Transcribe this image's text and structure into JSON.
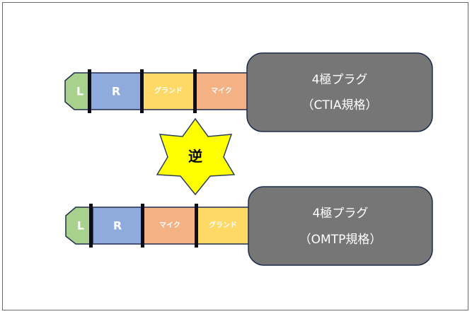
{
  "colors": {
    "tip": "#a9d18e",
    "r_ring": "#8faadc",
    "ground": "#ffd966",
    "mic": "#f4b183",
    "plug_body": "#767676",
    "outline": "#1f2d4d",
    "star": "#ffff00"
  },
  "plugs": [
    {
      "title": "4極プラグ",
      "standard": "（CTIA規格）",
      "tip": "L",
      "ring1": "R",
      "ring2": "グランド",
      "sleeve": "マイク"
    },
    {
      "title": "4極プラグ",
      "standard": "（OMTP規格）",
      "tip": "L",
      "ring1": "R",
      "ring2": "マイク",
      "sleeve": "グランド"
    }
  ],
  "reverse_label": "逆"
}
